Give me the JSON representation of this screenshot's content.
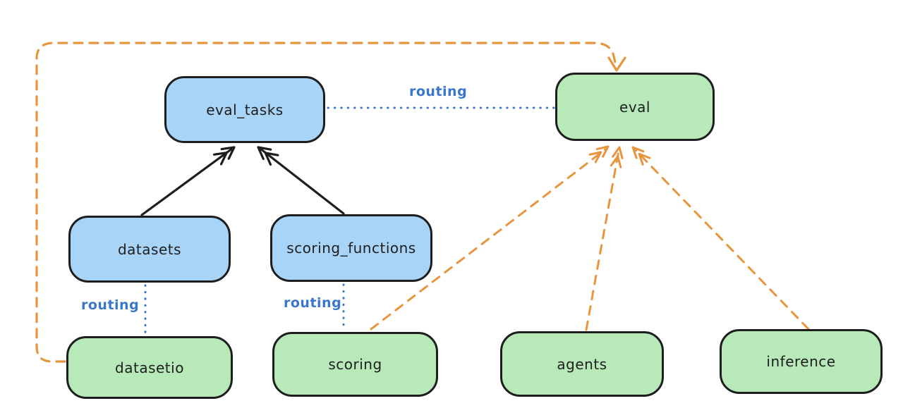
{
  "diagram": {
    "type": "architecture-diagram",
    "colors": {
      "background": "#ffffff",
      "node_stroke": "#1e1e1e",
      "blue_node_fill": "#a8d4f7",
      "green_node_fill": "#b7e9b9",
      "routing_line_blue": "#3a76c9",
      "orange_dashed": "#e8953f",
      "black_arrow": "#1e1e1e"
    },
    "nodes": [
      {
        "id": "eval_tasks",
        "label": "eval_tasks",
        "color": "blue"
      },
      {
        "id": "eval",
        "label": "eval",
        "color": "green"
      },
      {
        "id": "datasets",
        "label": "datasets",
        "color": "blue"
      },
      {
        "id": "scoring_functions",
        "label": "scoring_functions",
        "color": "blue"
      },
      {
        "id": "datasetio",
        "label": "datasetio",
        "color": "green"
      },
      {
        "id": "scoring",
        "label": "scoring",
        "color": "green"
      },
      {
        "id": "agents",
        "label": "agents",
        "color": "green"
      },
      {
        "id": "inference",
        "label": "inference",
        "color": "green"
      }
    ],
    "edges": [
      {
        "from": "datasets",
        "to": "eval_tasks",
        "style": "solid-arrow",
        "color": "black",
        "label": ""
      },
      {
        "from": "scoring_functions",
        "to": "eval_tasks",
        "style": "solid-arrow",
        "color": "black",
        "label": ""
      },
      {
        "from": "eval_tasks",
        "to": "eval",
        "style": "dotted",
        "color": "blue",
        "label": "routing"
      },
      {
        "from": "datasets",
        "to": "datasetio",
        "style": "dotted",
        "color": "blue",
        "label": "routing"
      },
      {
        "from": "scoring_functions",
        "to": "scoring",
        "style": "dotted",
        "color": "blue",
        "label": "routing"
      },
      {
        "from": "datasetio",
        "to": "eval",
        "style": "dashed-arrow",
        "color": "orange",
        "label": ""
      },
      {
        "from": "scoring",
        "to": "eval",
        "style": "dashed-arrow",
        "color": "orange",
        "label": ""
      },
      {
        "from": "agents",
        "to": "eval",
        "style": "dashed-arrow",
        "color": "orange",
        "label": ""
      },
      {
        "from": "inference",
        "to": "eval",
        "style": "dashed-arrow",
        "color": "orange",
        "label": ""
      }
    ]
  }
}
